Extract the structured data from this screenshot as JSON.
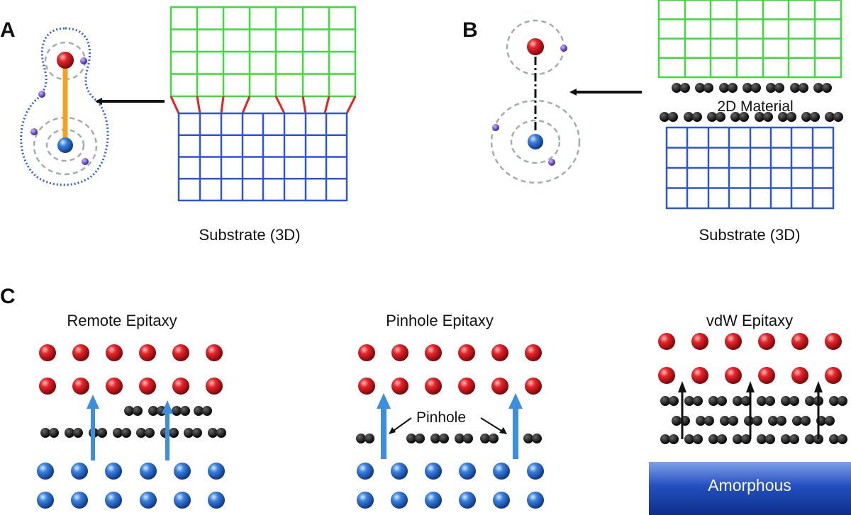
{
  "panels": {
    "a": {
      "letter": "A",
      "substrate_label": "Substrate (3D)"
    },
    "b": {
      "letter": "B",
      "material_label": "2D Material",
      "substrate_label": "Substrate (3D)"
    },
    "c": {
      "letter": "C",
      "remote_title": "Remote Epitaxy",
      "pinhole_title": "Pinhole Epitaxy",
      "pinhole_label": "Pinhole",
      "vdw_title": "vdW Epitaxy",
      "amorphous_label": "Amorphous"
    }
  },
  "colors": {
    "epilayer_atom": "#e0141a",
    "substrate_atom": "#2f6fd6",
    "electron": "#5a2fd0",
    "two_d_layer": "#111111",
    "epilayer_lattice": "#3ddc3a",
    "substrate_lattice": "#2d55d8",
    "interface_bond": "#e82020",
    "ionic_bond": "#f4a21e",
    "orbit": "#a3adad",
    "charge_contour": "#2f5fe0",
    "arrow": "#3b8fe0",
    "amorphous_block": "#1f50b8"
  }
}
